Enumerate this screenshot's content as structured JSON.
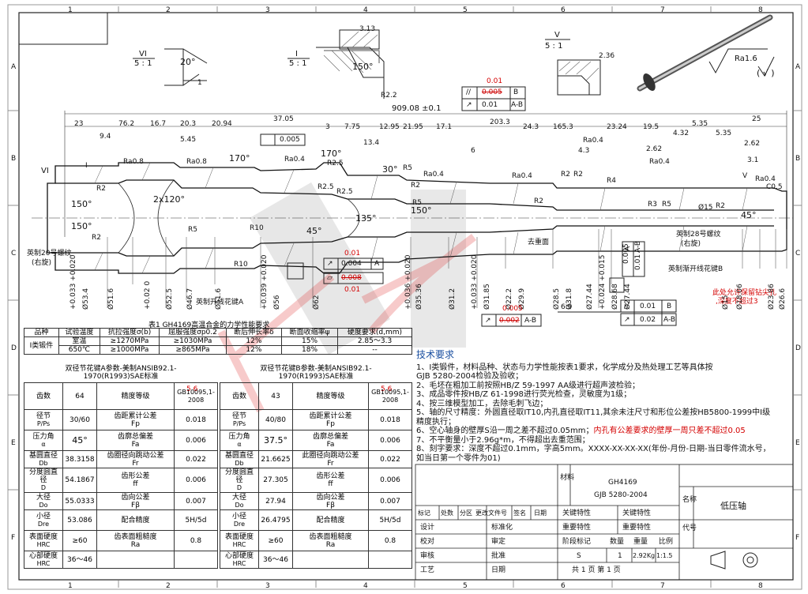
{
  "grid": {
    "cols": [
      "1",
      "2",
      "3",
      "4",
      "5",
      "6",
      "7",
      "8"
    ],
    "rows": [
      "A",
      "B",
      "C",
      "D",
      "E",
      "F"
    ]
  },
  "details": {
    "vi_label": "VI",
    "vi_scale": "5 : 1",
    "vi_angle": "20°",
    "vi_dim": "1",
    "i_label": "I",
    "i_scale": "5 : 1",
    "i_dim": "3.13",
    "i_angle": "150°",
    "i_radius": "R2.2",
    "v_label": "V",
    "v_scale": "5 : 1",
    "v_dim": "2.36",
    "surface_finish": "Ra1.6",
    "surface_extra": "( √ )"
  },
  "tol_top": {
    "red_value": "0.01",
    "row1": {
      "symbol": "//",
      "value": "0.005",
      "datum": "B"
    },
    "row2": {
      "symbol": "↗",
      "value": "0.01",
      "datum": "A-B"
    }
  },
  "dims_top": {
    "overall": "909.08 ±0.1",
    "segments": [
      "23",
      "9.4",
      "76.2",
      "16.7",
      "20.3",
      "5.45",
      "20.94",
      "37.05",
      "3",
      "7.75",
      "13.4",
      "12.95",
      "21.95",
      "17.1",
      "6",
      "203.3",
      "24.3",
      "165.3",
      "4.3",
      "23.24",
      "19.5",
      "4.32",
      "5.35",
      "5.35",
      "25",
      "2.62",
      "2.62",
      "3.1"
    ],
    "flatness": "0.005"
  },
  "shaft_labels": {
    "left_view": "VI",
    "ra": [
      "Ra0.8",
      "Ra0.8",
      "Ra0.4",
      "Ra0.4",
      "Ra0.4",
      "Ra0.4",
      "Ra0.4",
      "Ra0.4"
    ],
    "radii": [
      "R2",
      "R2",
      "R5",
      "R10",
      "R10",
      "R2.5",
      "R2.5",
      "R5",
      "R2",
      "R5",
      "R2",
      "R4",
      "R3",
      "R5",
      "R2",
      "R2",
      "R2.5",
      "R2"
    ],
    "angles": [
      "150°",
      "2x120°",
      "150°",
      "170°",
      "170°",
      "30°",
      "135°",
      "45°",
      "150°",
      "45°"
    ],
    "view_i": "I",
    "view_v": "V",
    "right_chamfer": "C0.5",
    "right_ra": "Ra0.4",
    "right_dia": "Ø15"
  },
  "callouts": {
    "spline_a": "英制开线花键A",
    "spline_b": "英制渐开线花键B",
    "thread_left": "英制20号螺纹",
    "thread_left_hand": "(右旋)",
    "thread_right": "英制28号螺纹",
    "thread_right_hand": "(右旋)",
    "remove_weight": "去重面",
    "red_note_1": "此处允许保留钻尖孔",
    "red_note_2": ",深度不超过3"
  },
  "diameters_bottom": [
    "+0.033 +0.020",
    "Ø53.4",
    "Ø51.6",
    "+0.02 0",
    "Ø52.5",
    "Ø46.7",
    "Ø51.6",
    "+0.039 +0.020",
    "Ø56",
    "Ø62",
    "+0.036 +0.020",
    "Ø35.36",
    "Ø31.2",
    "+0.033 +0.020",
    "Ø31.85",
    "Ø22.2",
    "Ø29.9",
    "Ø28.5",
    "Ø31.8",
    "Ø27.44",
    "+0.024 +0.015",
    "Ø28.68",
    "Ø27.44",
    "Ø15",
    "Ø18.06",
    "Ø23.86",
    "Ø26.6"
  ],
  "tol_mid": {
    "red_top": "0.01",
    "row1": {
      "symbol": "↗",
      "value": "0.004",
      "datum": "A"
    },
    "row2": {
      "symbol": "⏥",
      "value": "0.008"
    },
    "red_bottom": "0.01"
  },
  "tol_right": {
    "red_top": "0.005",
    "row1": {
      "symbol": "↗",
      "value": "0.002",
      "datum": "A-B"
    }
  },
  "tol_runout": {
    "dim": "6.9",
    "row1": {
      "symbol": "//",
      "value": "0.01",
      "datum": "B"
    },
    "row2": {
      "symbol": "↗",
      "value": "0.02",
      "datum": "A-B"
    }
  },
  "tol_vertical": {
    "value1": "0.005",
    "datum1": "A",
    "value2": "0.01",
    "datum2": "A-B"
  },
  "table1": {
    "title": "表1 GH4169高温合金的力学性能要求",
    "headers": [
      "品种",
      "试验温度",
      "抗拉强度σ(b)",
      "屈服强度σp0.2",
      "断后伸长率δ",
      "断面收缩率ψ",
      "硬度要求(d,mm)"
    ],
    "group": "I类锻件",
    "rows": [
      [
        "室温",
        "≥1270MPa",
        "≥1030MPa",
        "12%",
        "15%",
        "2.85～3.3"
      ],
      [
        "650℃",
        "≥1000MPa",
        "≥865MPa",
        "12%",
        "18%",
        "--"
      ]
    ]
  },
  "spline_a_table": {
    "title1": "双径节花键A参数-美制ANSIB92.1-",
    "title2": "1970(R1993)SAE标准",
    "std_red": "5  6",
    "rows": [
      [
        "齿数",
        "",
        "64",
        "精度等级",
        "",
        "GB10095,1-2008"
      ],
      [
        "径节",
        "P/Ps",
        "30/60",
        "齿距累计公差",
        "Fp",
        "0.018"
      ],
      [
        "压力角",
        "α",
        "45°",
        "齿廓总偏差",
        "Fa",
        "0.006"
      ],
      [
        "基圆直径",
        "Db",
        "38.3158",
        "齿圈径向跳动公差",
        "Fr",
        "0.022"
      ],
      [
        "分度圆直径",
        "D",
        "54.1867",
        "齿形公差",
        "ff",
        "0.006"
      ],
      [
        "大径",
        "Do",
        "55.0333",
        "齿向公差",
        "Fβ",
        "0.007"
      ],
      [
        "小径",
        "Dre",
        "53.086",
        "配合精度",
        "",
        "5H/5d"
      ],
      [
        "表面硬度",
        "HRC",
        "≥60",
        "齿表面粗糙度",
        "Ra",
        "0.8"
      ],
      [
        "心部硬度",
        "HRC",
        "36～46",
        "",
        "",
        ""
      ]
    ]
  },
  "spline_b_table": {
    "title1": "双径节花键B参数-美制ANSIB92.1-",
    "title2": "1970(R1993)SAE标准",
    "std_red": "5  6",
    "rows": [
      [
        "齿数",
        "",
        "43",
        "精度等级",
        "",
        "GB10095,1-2008"
      ],
      [
        "径节",
        "P/Ps",
        "40/80",
        "齿距累计公差",
        "Fp",
        "0.018"
      ],
      [
        "压力角",
        "α",
        "37.5°",
        "齿廓总偏差",
        "Fa",
        "0.006"
      ],
      [
        "基圆直径",
        "Db",
        "21.6625",
        "此圈径向跳动公差",
        "Fr",
        "0.022"
      ],
      [
        "分度圆直径",
        "D",
        "27.305",
        "齿形公差",
        "ff",
        "0.006"
      ],
      [
        "大径",
        "Do",
        "27.94",
        "齿向公差",
        "Fβ",
        "0.007"
      ],
      [
        "小径",
        "Dre",
        "26.4795",
        "配合精度",
        "",
        "5H/5d"
      ],
      [
        "表面硬度",
        "HRC",
        "≥60",
        "齿表面粗糙度",
        "Ra",
        "0.8"
      ],
      [
        "心部硬度",
        "HRC",
        "36～46",
        "",
        "",
        ""
      ]
    ]
  },
  "tech": {
    "heading": "技术要求",
    "lines": [
      "1、I类锻件，材料品种、状态与力学性能按表1要求，化学成分及热处理工艺等具体按",
      "   GJB 5280-2004检验及验收；",
      "2、毛坯在粗加工前按照HB/Z 59-1997 AA级进行超声波检验；",
      "3、成品零件按HB/Z 61-1998进行荧光检查，灵敏度为1级；",
      "4、按三维模型加工，去除毛刺飞边；",
      "5、轴的尺寸精度：外圆直径取IT10,内孔直径取IT11,其余未注尺寸和形位公差按HB5800-1999中I级",
      "   精度执行；",
      "7、不平衡量小于2.96g*m，不得超出去重范围；",
      "8、刻字要求：深度不超过0.1mm，字高5mm。XXXX-XX-XX-XX(年份-月份-日期-当日零件流水号，",
      "   如当日第一个零件为01)"
    ],
    "line6_black": "6、空心轴身的壁厚S沿一周之差不超过0.05mm；",
    "line6_red": "内孔有公差要求的壁厚一周只差不超过0.05"
  },
  "title_block": {
    "material_label": "材料",
    "material_1": "GH4169",
    "material_2": "GJB 5280-2004",
    "name_label": "名称",
    "part_name": "低压轴",
    "code_label": "代号",
    "key_char": "关键特性",
    "key_char2": "关键特性",
    "imp_char": "重要特性",
    "imp_char2": "重要特性",
    "rev_headers": [
      "标记",
      "处数",
      "分区",
      "更改文件号",
      "签名",
      "日期"
    ],
    "roles": [
      "设计",
      "校对",
      "审核",
      "工艺"
    ],
    "roles2": [
      "标准化",
      "审定",
      "批准",
      "日期"
    ],
    "stage_headers": [
      "阶段标记",
      "数量",
      "重量",
      "比例"
    ],
    "stage": "S",
    "qty": "1",
    "weight": "2.92Kg",
    "scale": "1:1.5",
    "sheets": "共  1  页  第  1  页",
    "ra_sym": "Ra"
  }
}
